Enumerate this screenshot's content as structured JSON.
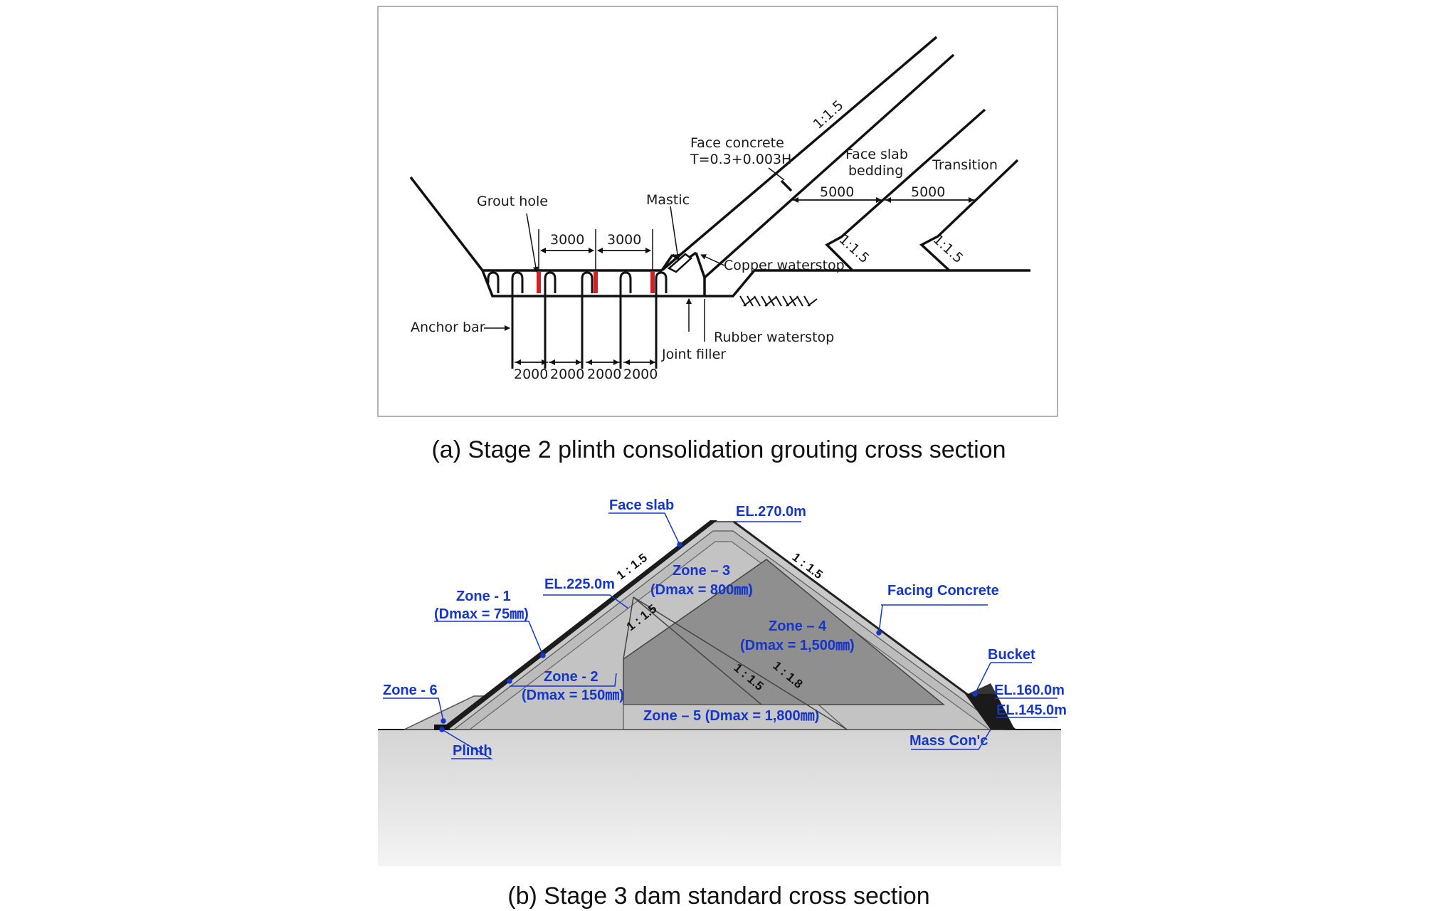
{
  "panel_a": {
    "caption": "(a) Stage 2 plinth consolidation grouting cross section",
    "labels": {
      "slope_face": "1:1.5",
      "face_concrete": "Face concrete",
      "face_concrete_t": "T=0.3+0.003H",
      "face_slab": "Face slab",
      "bedding": "bedding",
      "transition": "Transition",
      "grout_hole": "Grout hole",
      "mastic": "Mastic",
      "dim_3000_a": "3000",
      "dim_3000_b": "3000",
      "dim_5000_a": "5000",
      "dim_5000_b": "5000",
      "slope_1": "1:1.5",
      "slope_2": "1:1.5",
      "copper_waterstop": "Copper waterstop",
      "anchor_bar": "Anchor bar",
      "rubber_waterstop": "Rubber waterstop",
      "joint_filler": "Joint filler",
      "dim_2000_1": "2000",
      "dim_2000_2": "2000",
      "dim_2000_3": "2000",
      "dim_2000_4": "2000"
    }
  },
  "panel_b": {
    "caption": "(b) Stage 3 dam standard cross section",
    "labels": {
      "face_slab": "Face slab",
      "el_270": "EL.270.0m",
      "slope_up_left": "1 : 1.5",
      "slope_up_right": "1 : 1.5",
      "zone3": "Zone – 3",
      "zone3_d": "(Dmax = 800㎜)",
      "el_225": "EL.225.0m",
      "facing_concrete": "Facing Concrete",
      "zone1": "Zone - 1",
      "zone1_d": "(Dmax = 75㎜)",
      "zone4": "Zone – 4",
      "zone4_d": "(Dmax = 1,500㎜)",
      "slope_inner_1": "1 : 1.5",
      "slope_inner_2": "1 : 1.8",
      "slope_inner_3": "1 : 1.5",
      "bucket": "Bucket",
      "zone2": "Zone - 2",
      "zone2_d": "(Dmax = 150㎜)",
      "zone6": "Zone - 6",
      "el_160": "EL.160.0m",
      "zone5": "Zone – 5 (Dmax = 1,800㎜)",
      "el_145": "EL.145.0m",
      "mass_conc": "Mass Con'c",
      "plinth": "Plinth"
    },
    "colors": {
      "label_blue": "#1636c9",
      "ground": "#d9d9d9",
      "zone_light": "#c8c8c8",
      "zone_mid": "#b9b9b9",
      "zone_dark": "#8e8e8e"
    }
  }
}
